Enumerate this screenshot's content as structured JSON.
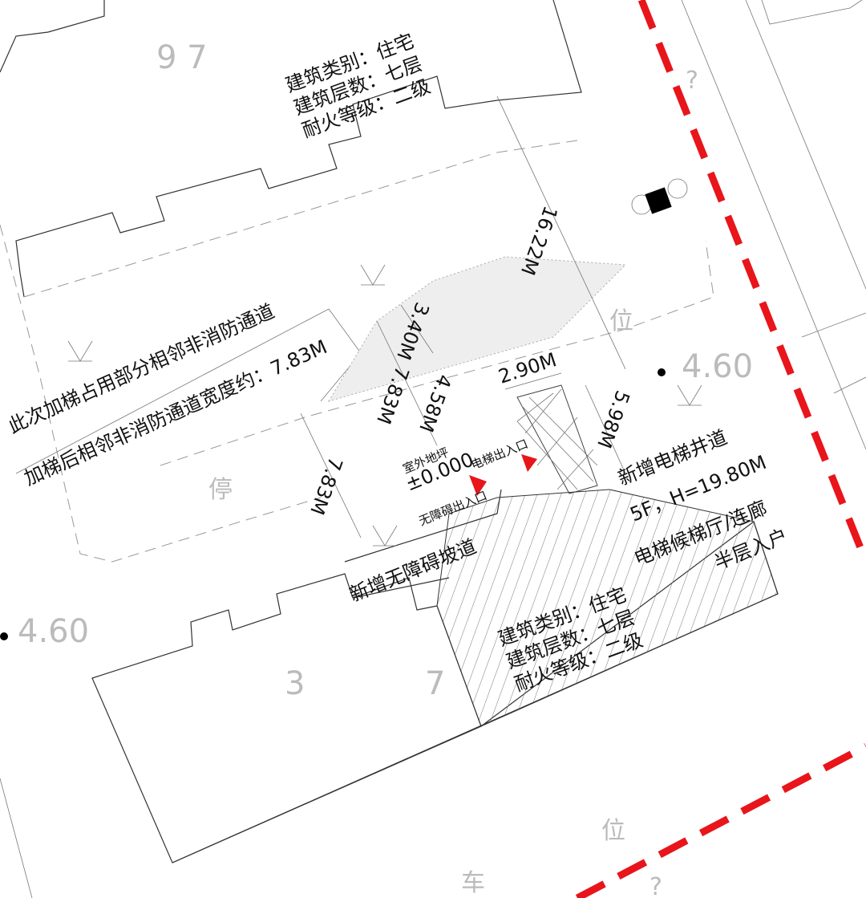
{
  "building_north": {
    "number": "9 7",
    "type": "建筑类别：住宅",
    "floors": "建筑层数：七层",
    "fire": "耐火等级：二级"
  },
  "building_south": {
    "number_a": "3",
    "number_b": "7",
    "type": "建筑类别：住宅",
    "floors": "建筑层数：七层",
    "fire": "耐火等级：二级"
  },
  "notes": {
    "line1": "此次加梯占用部分相邻非消防通道",
    "line2": "加梯后相邻非消防通道宽度约：7.83M"
  },
  "dimensions": {
    "d1": "16.22M",
    "d2": "3.40M",
    "d3": "4.58M",
    "d4": "7.83M",
    "d5": "2.90M",
    "d6": "5.98M",
    "d7": "7.83M"
  },
  "labels": {
    "ground": "室外地坪",
    "elevation": "±0.000",
    "elevator_entry": "电梯出入口",
    "accessible_entry": "无障碍出入口",
    "shaft": "新增电梯井道",
    "shaft_spec": "5F，H=19.80M",
    "lobby": "电梯候梯厅/连廊",
    "half_floor": "半层入户",
    "ramp": "新增无障碍坡道"
  },
  "site": {
    "elev_right": "4.60",
    "elev_left": "4.60",
    "park1": "停",
    "park2": "位",
    "park3": "位",
    "park4": "车",
    "q1": "?",
    "q2": "?"
  },
  "colors": {
    "boundary": "#e8151b",
    "ink": "#111111"
  }
}
